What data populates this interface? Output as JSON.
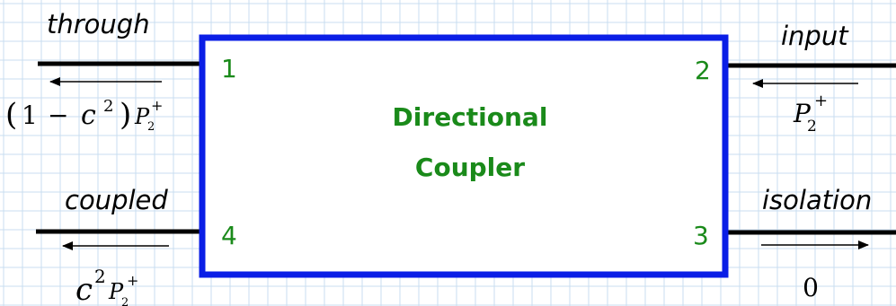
{
  "block": {
    "title_line1": "Directional",
    "title_line2": "Coupler",
    "border_color": "#0a1ee6",
    "text_color": "#1a8a1a"
  },
  "ports": {
    "p1": {
      "number": "1",
      "name": "through"
    },
    "p2": {
      "number": "2",
      "name": "input"
    },
    "p3": {
      "number": "3",
      "name": "isolation"
    },
    "p4": {
      "number": "4",
      "name": "coupled"
    }
  },
  "powers": {
    "through": {
      "open": "(",
      "one": "1",
      "minus": "−",
      "c": "c",
      "exp": "2",
      "close": ")",
      "P": "P",
      "sub": "2",
      "sup": "+"
    },
    "input": {
      "P": "P",
      "sub": "2",
      "sup": "+"
    },
    "coupled": {
      "c": "c",
      "exp": "2",
      "P": "P",
      "sub": "2",
      "sup": "+"
    },
    "isolation": {
      "value": "0"
    }
  },
  "grid_color": "#c9ddf1"
}
